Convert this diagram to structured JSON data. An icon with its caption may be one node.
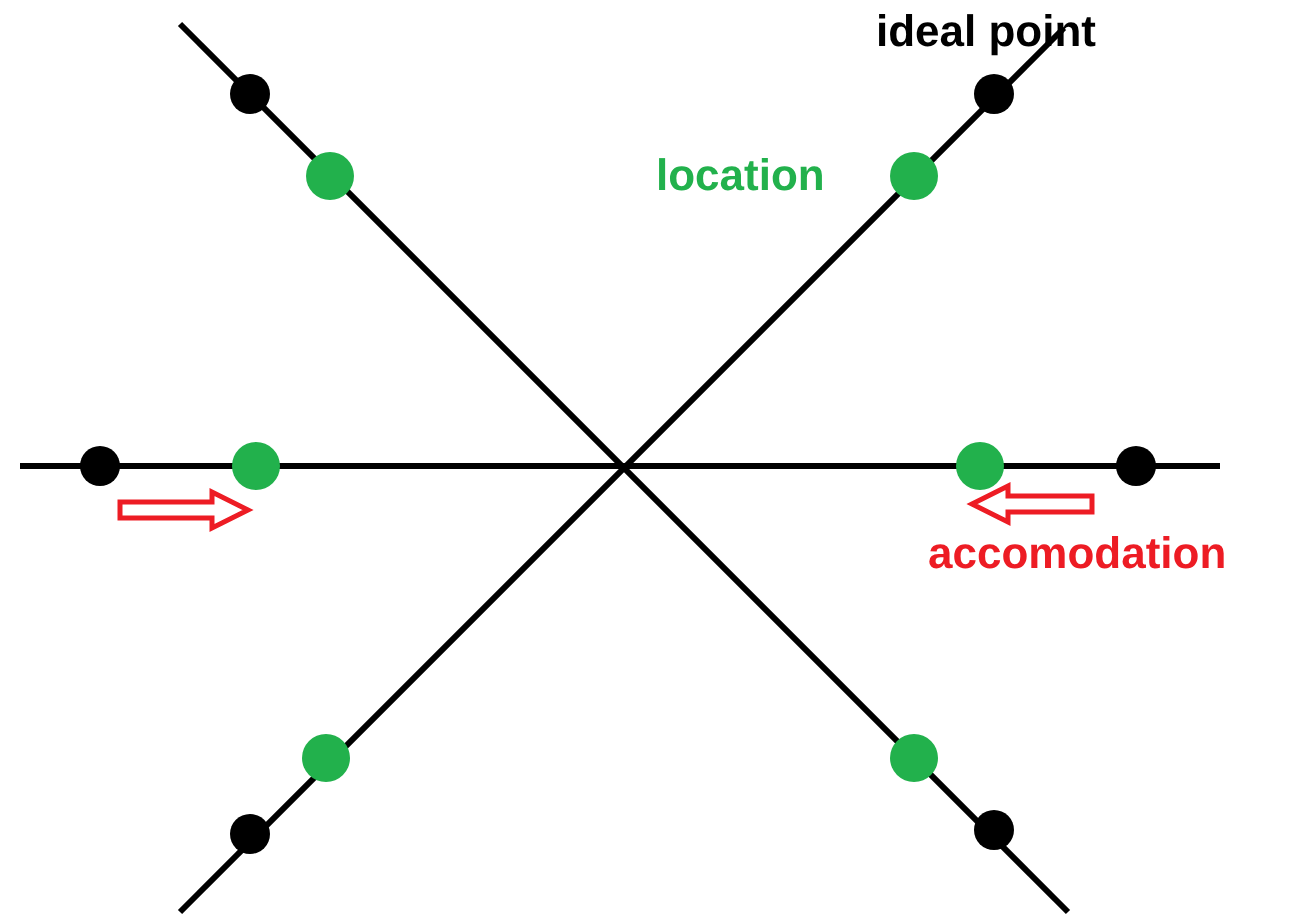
{
  "diagram": {
    "labels": [
      "ideal point",
      "location",
      "accomodation"
    ]
  }
}
